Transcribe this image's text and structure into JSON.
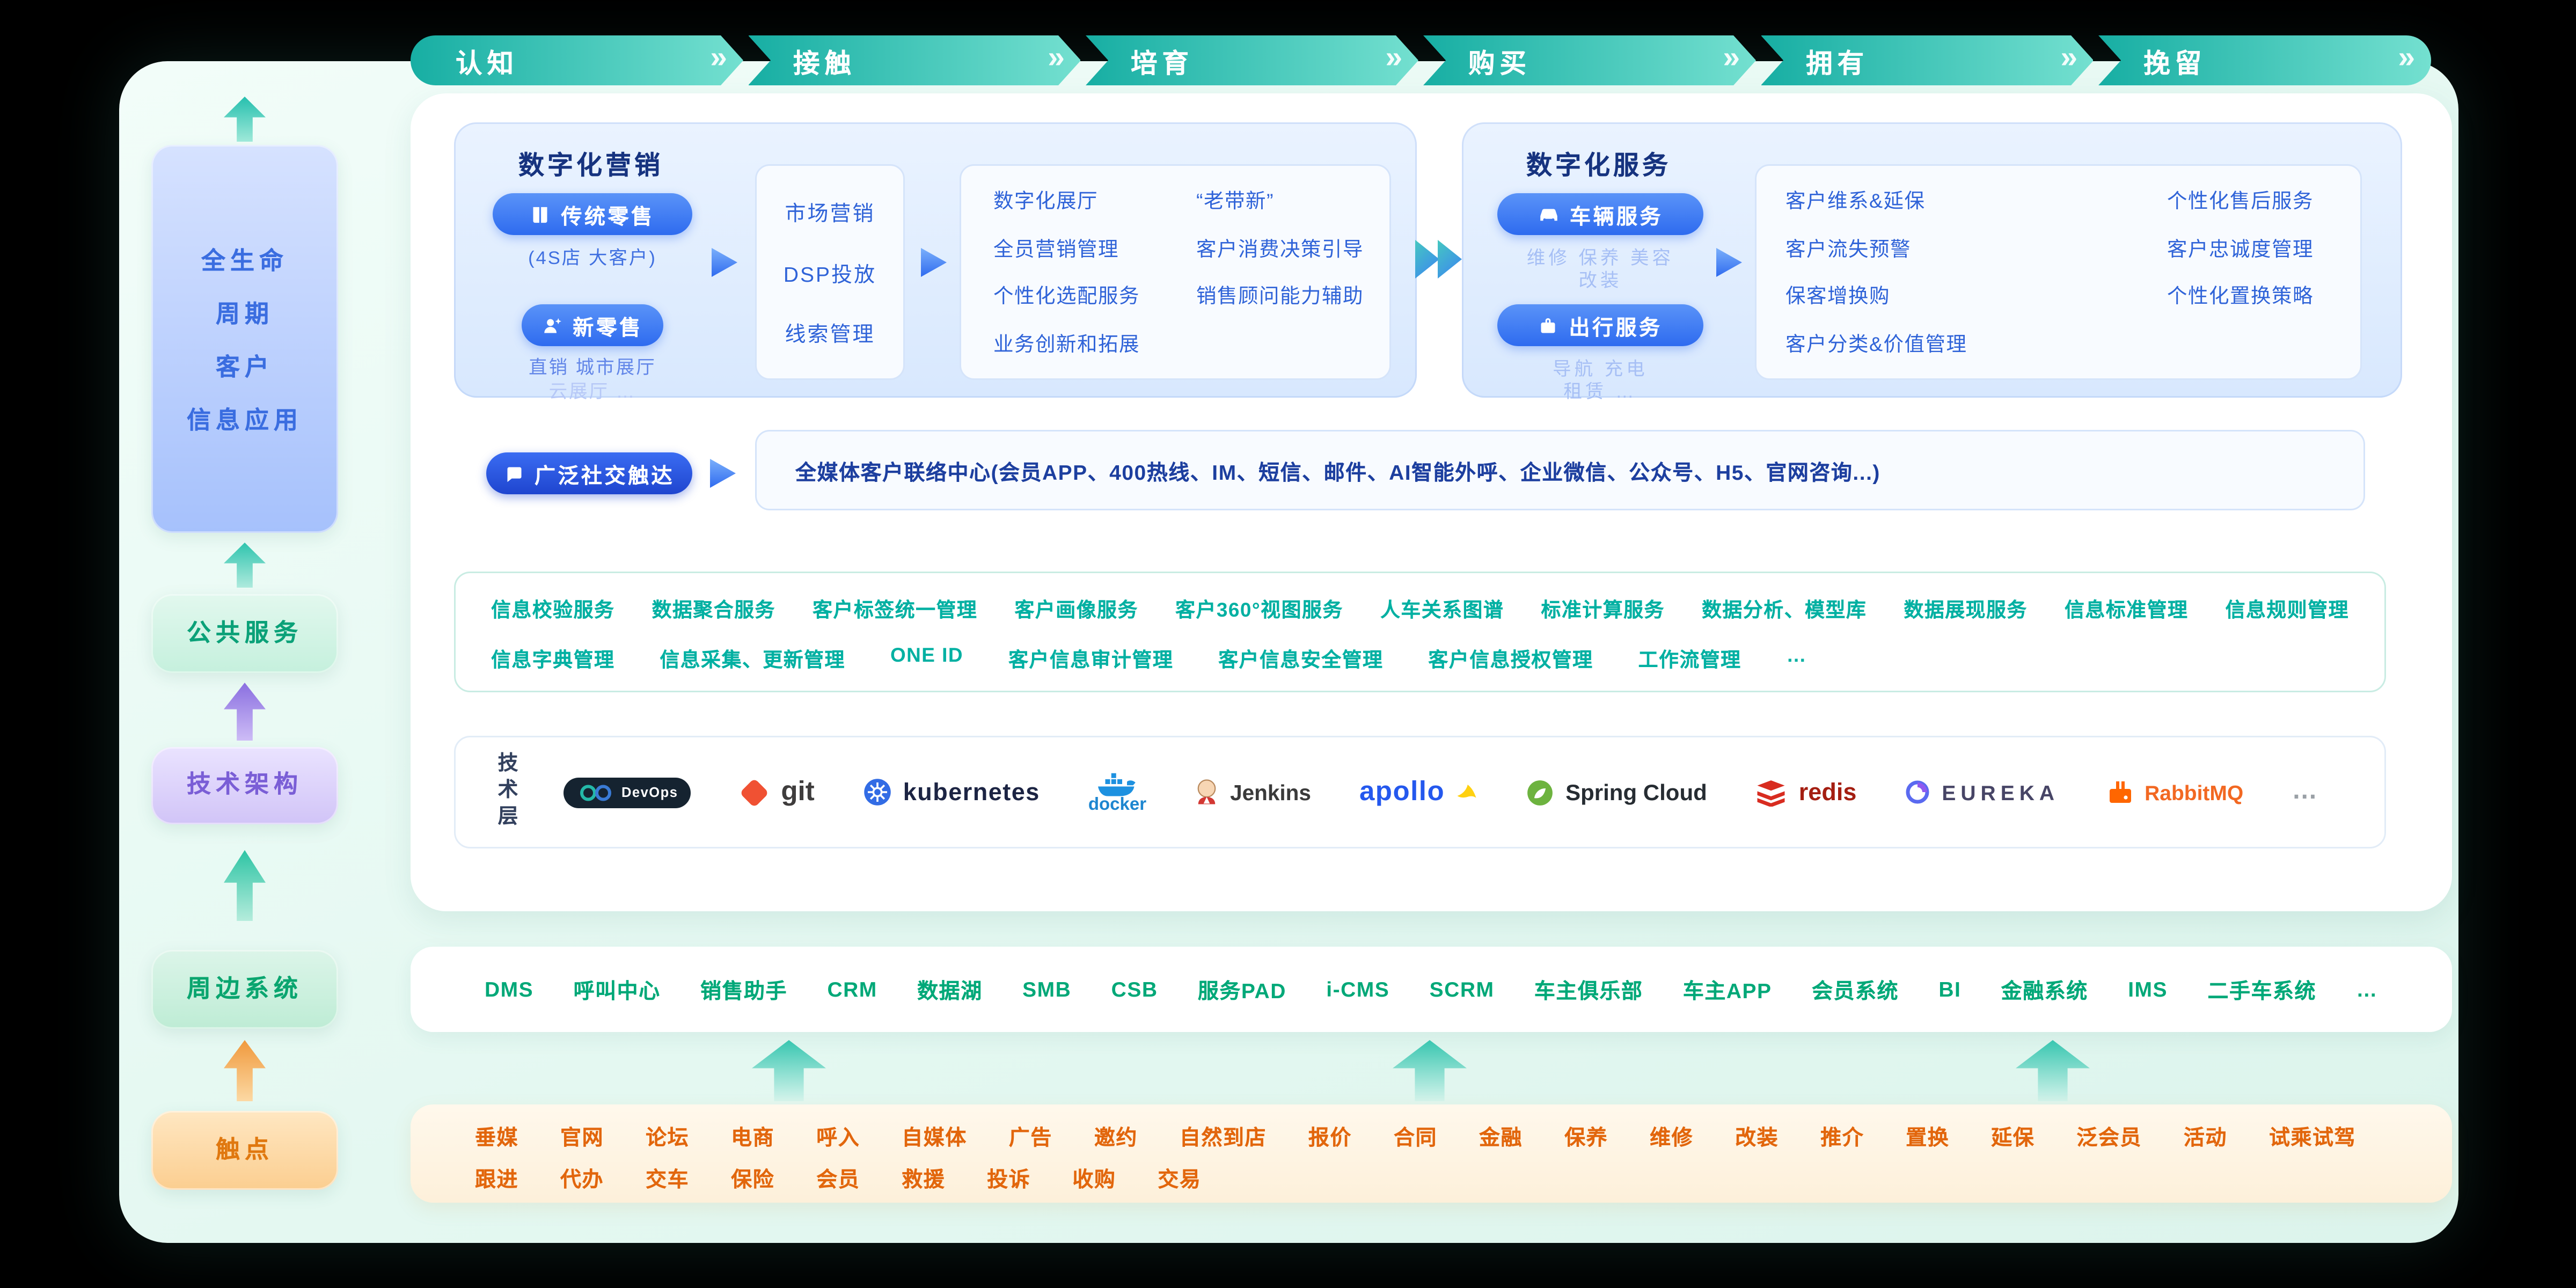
{
  "icons": {
    "chevron_double": "»",
    "ellipsis": "…"
  },
  "journey_stages": [
    "认知",
    "接触",
    "培育",
    "购买",
    "拥有",
    "挽留"
  ],
  "sidebar": {
    "lifecycle_lines": [
      "全生命",
      "周期",
      "客户",
      "信息应用"
    ],
    "public_service": "公共服务",
    "tech_architecture": "技术架构",
    "peripheral_systems": "周边系统",
    "touchpoints": "触点"
  },
  "marketing": {
    "title": "数字化营销",
    "traditional_retail_btn": "传统零售",
    "traditional_retail_caption": "(4S店  大客户)",
    "new_retail_btn": "新零售",
    "new_retail_caption_line1": "直销  城市展厅",
    "new_retail_caption_line2": "云展厅    …",
    "mid_items": [
      "市场营销",
      "DSP投放",
      "线索管理"
    ],
    "right_col1": [
      "数字化展厅",
      "全员营销管理",
      "个性化选配服务",
      "业务创新和拓展"
    ],
    "right_col2": [
      "“老带新”",
      "客户消费决策引导",
      "销售顾问能力辅助"
    ]
  },
  "services": {
    "title": "数字化服务",
    "vehicle_btn": "车辆服务",
    "vehicle_caption_line1": "维修  保养  美容",
    "vehicle_caption_line2": "改装",
    "travel_btn": "出行服务",
    "travel_caption_line1": "导航    充电",
    "travel_caption_line2": "租赁    …",
    "right_col1": [
      "客户维系&延保",
      "客户流失预警",
      "保客增换购",
      "客户分类&价值管理"
    ],
    "right_col2": [
      "个性化售后服务",
      "客户忠诚度管理",
      "个性化置换策略"
    ]
  },
  "social": {
    "btn": "广泛社交触达",
    "text": "全媒体客户联络中心(会员APP、400热线、IM、短信、邮件、AI智能外呼、企业微信、公众号、H5、官网咨询...)"
  },
  "public_services": {
    "row1": [
      "信息校验服务",
      "数据聚合服务",
      "客户标签统一管理",
      "客户画像服务",
      "客户360°视图服务",
      "人车关系图谱",
      "标准计算服务",
      "数据分析、模型库",
      "数据展现服务",
      "信息标准管理",
      "信息规则管理"
    ],
    "row2": [
      "信息字典管理",
      "信息采集、更新管理",
      "ONE ID",
      "客户信息审计管理",
      "客户信息安全管理",
      "客户信息授权管理",
      "工作流管理",
      "…"
    ]
  },
  "tech": {
    "layer_label": "技术层",
    "logos": {
      "devops": "DevOps",
      "git": "git",
      "kubernetes": "kubernetes",
      "docker": "docker",
      "jenkins": "Jenkins",
      "apollo": "apollo",
      "spring_cloud": "Spring Cloud",
      "redis": "redis",
      "eureka": "EUREKA",
      "rabbitmq": "RabbitMQ"
    },
    "ellipsis": "…"
  },
  "peripheral_systems": [
    "DMS",
    "呼叫中心",
    "销售助手",
    "CRM",
    "数据湖",
    "SMB",
    "CSB",
    "服务PAD",
    "i-CMS",
    "SCRM",
    "车主俱乐部",
    "车主APP",
    "会员系统",
    "BI",
    "金融系统",
    "IMS",
    "二手车系统",
    "…"
  ],
  "touchpoints": {
    "row1": [
      "垂媒",
      "官网",
      "论坛",
      "电商",
      "呼入",
      "自媒体",
      "广告",
      "邀约",
      "自然到店",
      "报价",
      "合同",
      "金融",
      "保养",
      "维修",
      "改装",
      "推介",
      "置换",
      "延保",
      "泛会员",
      "活动",
      "试乘试驾"
    ],
    "row2": [
      "跟进",
      "代办",
      "交车",
      "保险",
      "会员",
      "救援",
      "投诉",
      "收购",
      "交易"
    ]
  }
}
